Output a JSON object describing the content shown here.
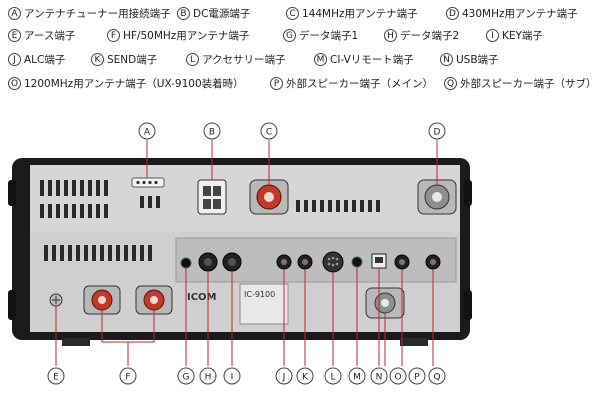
{
  "legend": [
    {
      "letter": "A",
      "label": "アンテナチューナー用接続端子"
    },
    {
      "letter": "B",
      "label": "DC電源端子"
    },
    {
      "letter": "C",
      "label": "144MHz用アンテナ端子"
    },
    {
      "letter": "D",
      "label": "430MHz用アンテナ端子"
    },
    {
      "letter": "E",
      "label": "アース端子"
    },
    {
      "letter": "F",
      "label": "HF/50MHz用アンテナ端子"
    },
    {
      "letter": "G",
      "label": "データ端子1"
    },
    {
      "letter": "H",
      "label": "データ端子2"
    },
    {
      "letter": "I",
      "label": "KEY端子"
    },
    {
      "letter": "J",
      "label": "ALC端子"
    },
    {
      "letter": "K",
      "label": "SEND端子"
    },
    {
      "letter": "L",
      "label": "アクセサリー端子"
    },
    {
      "letter": "M",
      "label": "CI-Vリモート端子"
    },
    {
      "letter": "N",
      "label": "USB端子"
    },
    {
      "letter": "O",
      "label": "1200MHz用アンテナ端子（UX-9100装着時）"
    },
    {
      "letter": "P",
      "label": "外部スピーカー端子（メイン）"
    },
    {
      "letter": "Q",
      "label": "外部スピーカー端子（サブ）"
    }
  ],
  "device": {
    "brand": "ICOM",
    "model": "IC-9100"
  },
  "colors": {
    "callout_line": "#c1272d",
    "chassis": "#1b1b1b",
    "panel": "#d9d9d9",
    "connector_red": "#c0392b"
  }
}
